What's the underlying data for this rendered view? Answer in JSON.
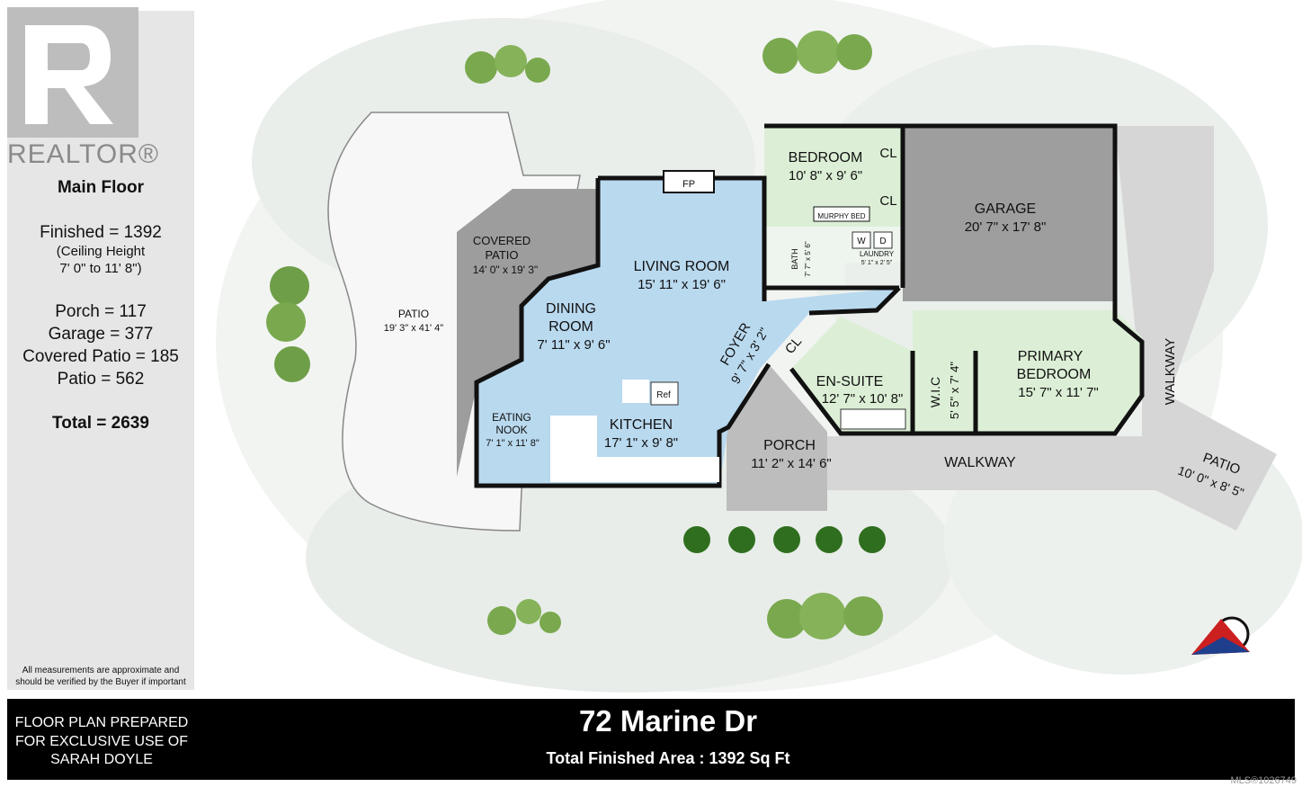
{
  "sidebar": {
    "realtor_text": "REALTOR®",
    "title": "Main Floor",
    "finished": "Finished = 1392",
    "ceiling_line1": "(Ceiling Height",
    "ceiling_line2": "7' 0\" to 11' 8\")",
    "porch": "Porch = 117",
    "garage": "Garage = 377",
    "covered_patio": "Covered Patio = 185",
    "patio": "Patio = 562",
    "total": "Total = 2639",
    "disclaimer_line1": "All measurements are approximate and",
    "disclaimer_line2": "should be verified by the Buyer if important"
  },
  "rooms": {
    "bedroom": {
      "name": "BEDROOM",
      "size": "10' 8\" x 9' 6\""
    },
    "closet": "CL",
    "murphy_bed": "MURPHY BED",
    "garage": {
      "name": "GARAGE",
      "size": "20' 7\" x 17' 8\""
    },
    "fireplace": "FP",
    "covered_patio": {
      "name1": "COVERED",
      "name2": "PATIO",
      "size": "14' 0\" x 19' 3\""
    },
    "living_room": {
      "name": "LIVING ROOM",
      "size": "15' 11\" x 19' 6\""
    },
    "bath": {
      "name": "BATH",
      "size": "7' 7\" x 5' 6\""
    },
    "laundry": {
      "name": "LAUNDRY",
      "size": "5' 1\" x 2' 5\"",
      "w": "W",
      "d": "D"
    },
    "patio_main": {
      "name": "PATIO",
      "size": "19' 3\" x 41' 4\""
    },
    "dining": {
      "name1": "DINING",
      "name2": "ROOM",
      "size": "7' 11\" x 9' 6\""
    },
    "foyer": {
      "name": "FOYER",
      "size": "9' 7\" x 3' 2\""
    },
    "ensuite": {
      "name": "EN-SUITE",
      "size": "12' 7\" x 10' 8\""
    },
    "wic": {
      "name": "W.I.C",
      "size": "5' 5\" x 7' 4\""
    },
    "primary": {
      "name1": "PRIMARY",
      "name2": "BEDROOM",
      "size": "15' 7\" x 11' 7\""
    },
    "walkway": "WALKWAY",
    "eating_nook": {
      "name1": "EATING",
      "name2": "NOOK",
      "size": "7' 1\" x 11' 8\""
    },
    "kitchen": {
      "name": "KITCHEN",
      "size": "17' 1\" x 9' 8\""
    },
    "ref": "Ref",
    "porch": {
      "name": "PORCH",
      "size": "11' 2\" x 14' 6\""
    },
    "patio_small": {
      "name": "PATIO",
      "size": "10' 0\" x 8' 5\""
    }
  },
  "footer": {
    "left_line1": "FLOOR PLAN PREPARED",
    "left_line2": "FOR EXCLUSIVE USE OF",
    "left_line3": "SARAH DOYLE",
    "address": "72 Marine Dr",
    "total_area": "Total Finished Area : 1392 Sq Ft",
    "mls": "MLS®1026749"
  },
  "colors": {
    "interior_blue": "#b9d9ef",
    "bedroom_green": "#dcefd6",
    "garage_gray": "#9e9e9e",
    "walkway_gray": "#d6d6d6",
    "wall": "#111111",
    "sidebar": "#e6e6e6",
    "footer": "#000000"
  },
  "icons": [
    "compass-north-icon",
    "shrub-icon",
    "palm-plant-icon",
    "fireplace-icon"
  ]
}
